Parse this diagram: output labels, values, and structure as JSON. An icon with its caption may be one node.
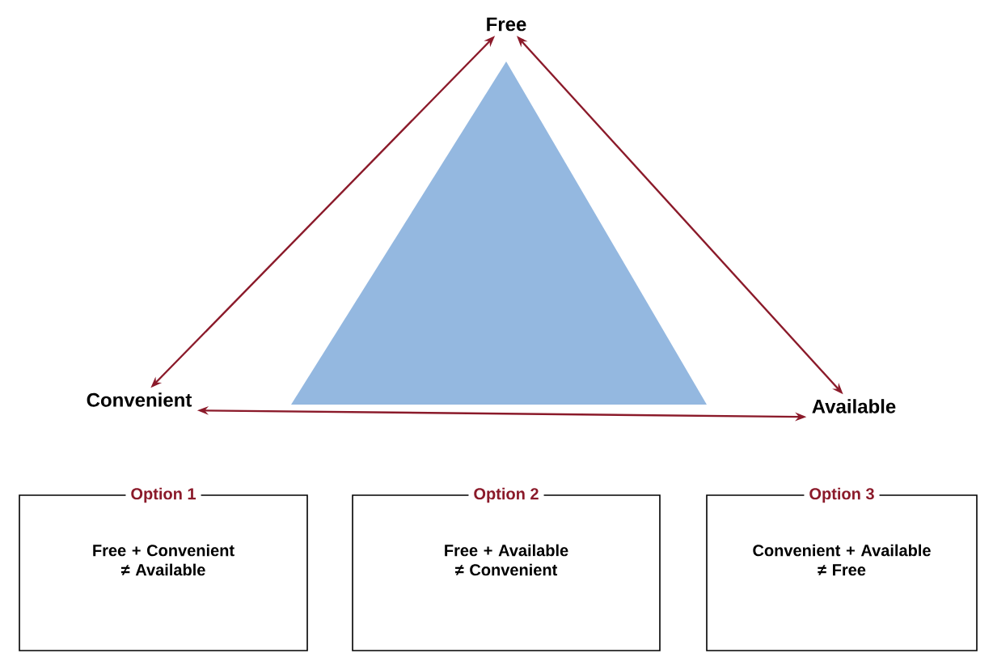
{
  "diagram": {
    "nodes": [
      {
        "text": [
          "Free"
        ]
      },
      {
        "text": [
          "Convenient"
        ]
      },
      {
        "text": [
          "Available"
        ]
      },
      {
        "text": [
          "Option 1",
          "Free + Convenient",
          "≠ Available"
        ]
      },
      {
        "text": [
          "Option 2",
          "Free + Available",
          "≠ Convenient"
        ]
      },
      {
        "text": [
          "Option 3",
          "Convenient + Available",
          "≠ Free"
        ]
      }
    ],
    "edges": [
      {
        "from": 0,
        "to": 1,
        "arrow": "both",
        "color": "#8b1a2a"
      },
      {
        "from": 0,
        "to": 2,
        "arrow": "both",
        "color": "#8b1a2a"
      },
      {
        "from": 1,
        "to": 2,
        "arrow": "both",
        "color": "#8b1a2a"
      }
    ]
  }
}
